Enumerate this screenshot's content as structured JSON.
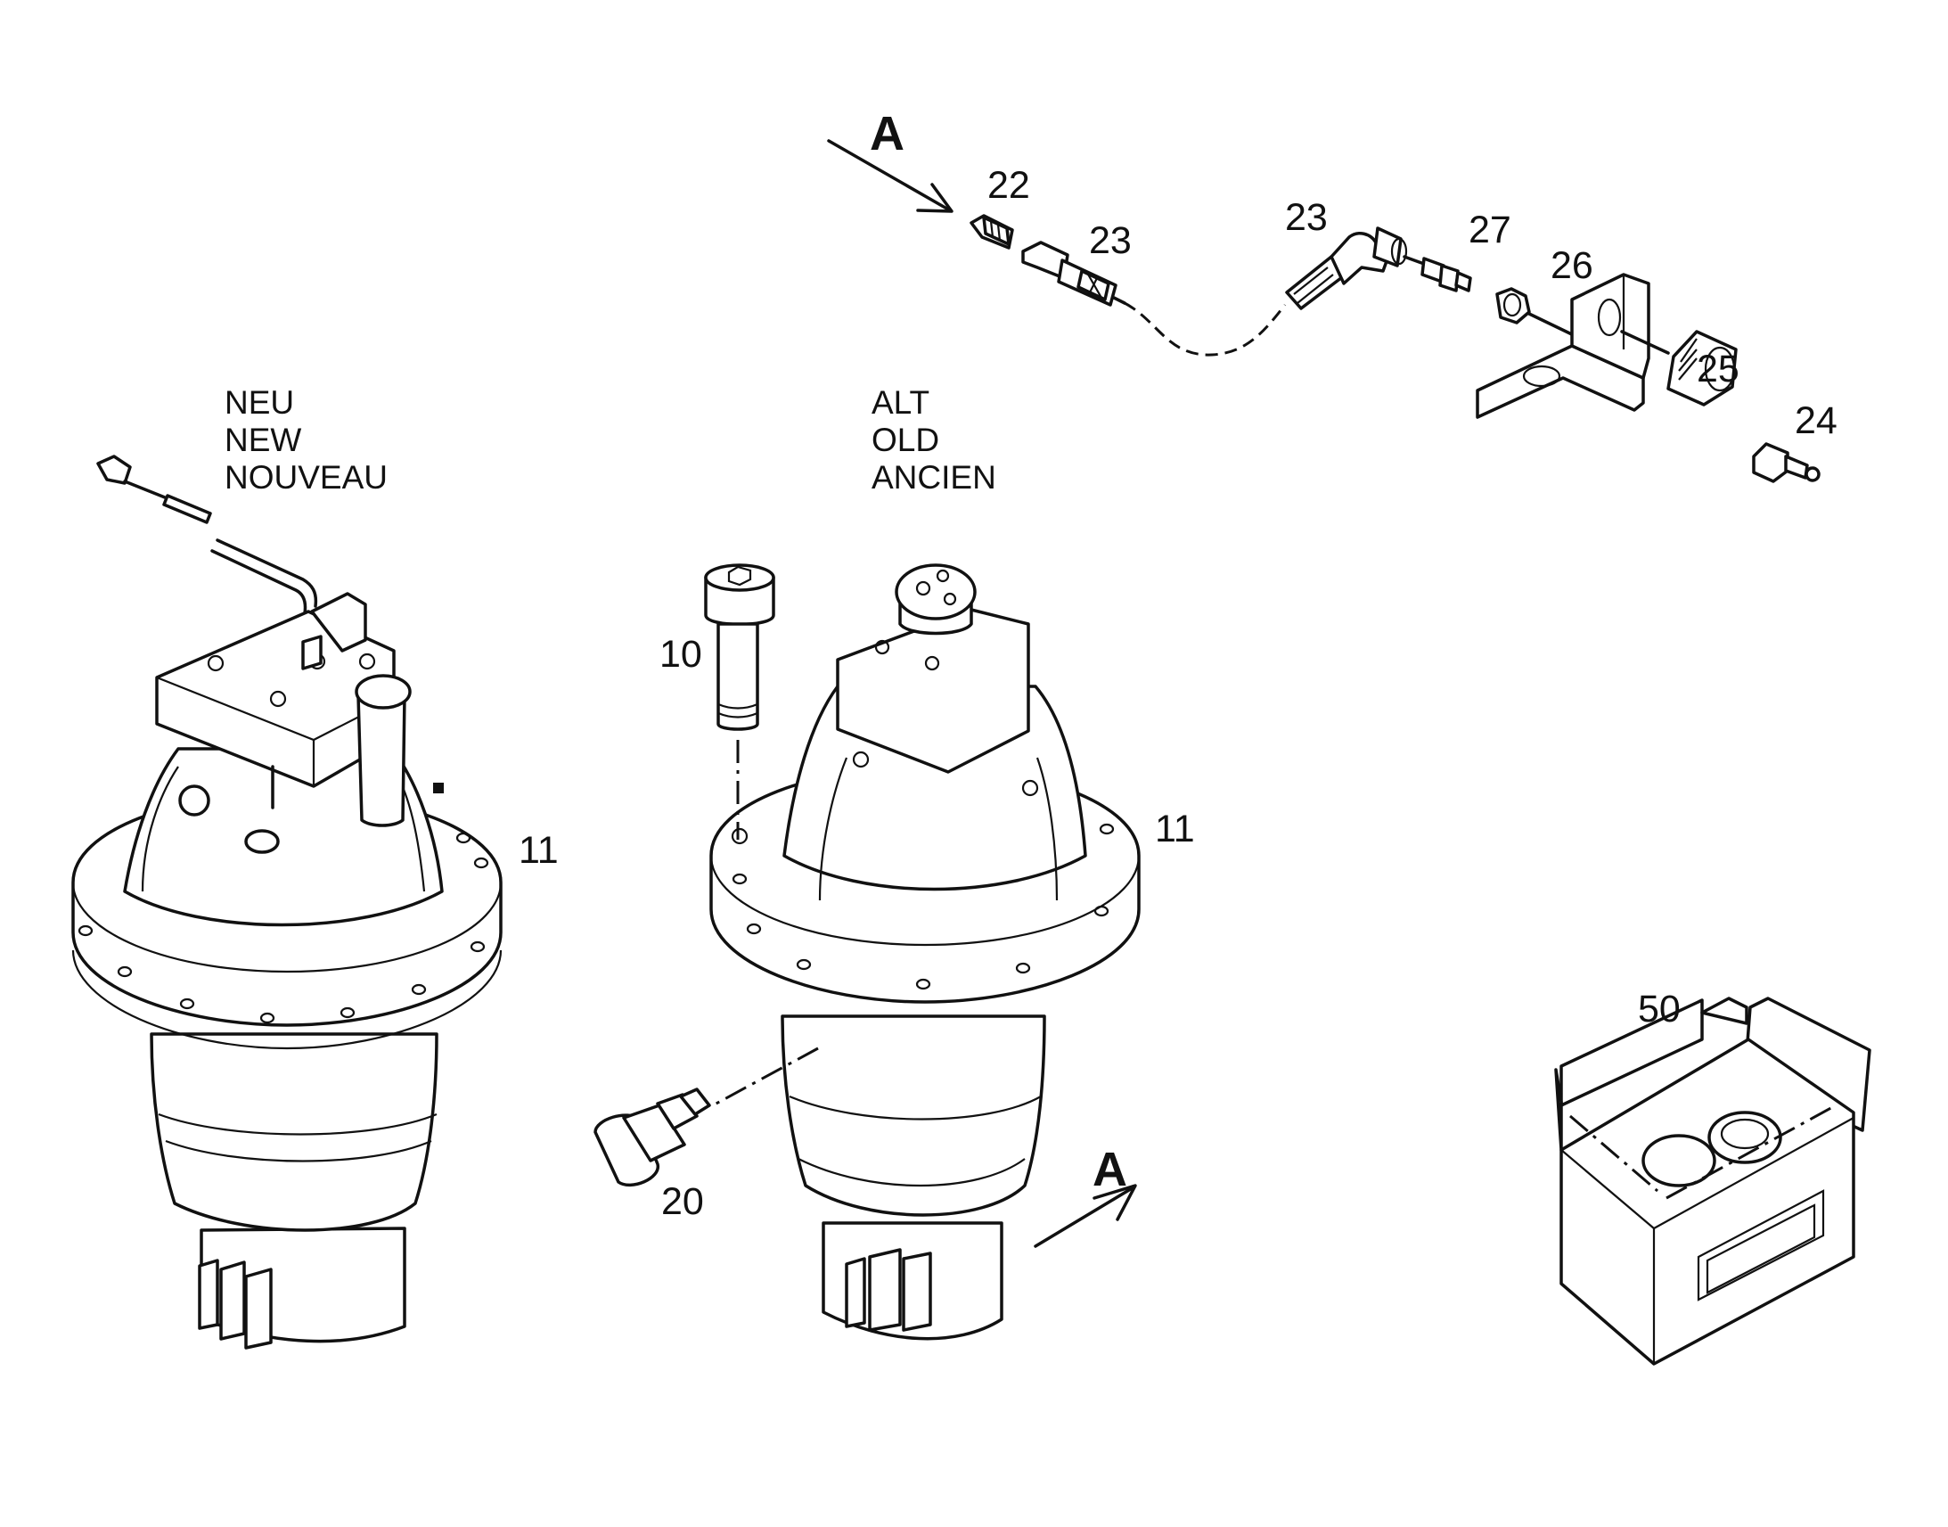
{
  "labels": {
    "p22": "22",
    "p23a": "23",
    "p23b": "23",
    "p27": "27",
    "p26": "26",
    "p25": "25",
    "p24": "24",
    "p10": "10",
    "p11a": "11",
    "p11b": "11",
    "p20": "20",
    "p50": "50",
    "arrowA1": "A",
    "arrowA2": "A"
  },
  "captions": {
    "new": [
      "NEU",
      "NEW",
      "NOUVEAU"
    ],
    "old": [
      "ALT",
      "OLD",
      "ANCIEN"
    ]
  }
}
